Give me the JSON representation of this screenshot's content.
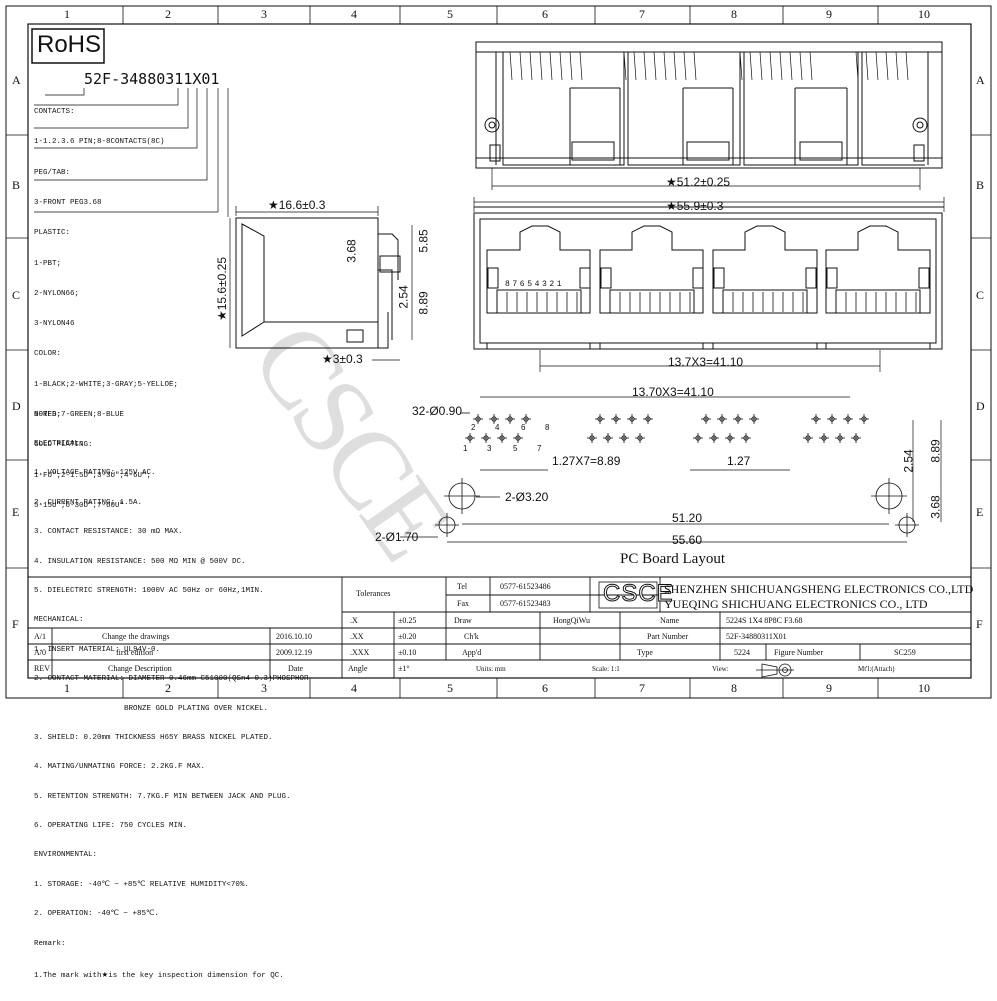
{
  "frame": {
    "col_numbers": [
      "1",
      "2",
      "3",
      "4",
      "5",
      "6",
      "7",
      "8",
      "9",
      "10"
    ],
    "row_letters": [
      "A",
      "B",
      "C",
      "D",
      "E",
      "F"
    ]
  },
  "rohs": "RoHS",
  "part_code": "52F-34880311X01",
  "code_legend": [
    "CONTACTS:",
    "1-1.2.3.6 PIN;8-8CONTACTS(8C)",
    "PEG/TAB:",
    "3-FRONT PEG3.68",
    "PLASTIC:",
    "1-PBT;",
    "2-NYLON66;",
    "3-NYLON46",
    "COLOR:",
    "1-BLACK;2-WHITE;3-GRAY;5-YELLOE;",
    "6-RED;7-GREEN;8-BLUE",
    "GOLD PLATING:",
    "1-FU\";2-1.5U\";3-3U\";4-6U\";",
    "5-15U\";6-30U\";7-60U\""
  ],
  "side_dims": {
    "width": "★16.6±0.3",
    "height": "★15.6±0.25",
    "d368": "3.68",
    "d585": "5.85",
    "d254": "2.54",
    "d889": "8.89",
    "peg": "★3±0.3"
  },
  "top_dims": {
    "width": "★51.2±0.25"
  },
  "front_dims": {
    "width": "★55.9±0.3",
    "pitch": "13.7X3=41.10",
    "pins": "87654321"
  },
  "pcb": {
    "title": "PC Board Layout",
    "pitch_top": "13.70X3=41.10",
    "holes_small": "32-Ø0.90",
    "holes_big": "2-Ø3.20",
    "holes_peg": "2-Ø1.70",
    "pin_pitch": "1.27X7=8.89",
    "d127": "1.27",
    "d254": "2.54",
    "d889": "8.89",
    "d368": "3.68",
    "d5120": "51.20",
    "d5560": "55.60",
    "pin_labels": [
      "2",
      "4",
      "6",
      "8",
      "1",
      "3",
      "5",
      "7"
    ]
  },
  "notes": [
    "NOTES:",
    "ELECTRICAL:",
    "1. VOLTAGE RATING: 125V AC.",
    "2. CURRENT RATING: 1.5A.",
    "3. CONTACT RESISTANCE: 30 mΩ MAX.",
    "4. INSULATION RESISTANCE: 500 MΩ MIN @ 500V DC.",
    "5. DIELECTRIC STRENGTH: 1000V AC 50Hz or 60Hz,1MIN.",
    "MECHANICAL:",
    "1. INSERT MATERIAL: UL94V-0.",
    "2. CONTACT MATERIAL: DIAMETER 0.46mm C51000(QSn4-0.3)PHOSPHOR",
    "                    BRONZE GOLD PLATING OVER NICKEL.",
    "3. SHIELD: 0.20mm THICKNESS H65Y BRASS NICKEL PLATED.",
    "4. MATING/UNMATING FORCE: 2.2KG.F MAX.",
    "5. RETENTION STRENGTH: 7.7KG.F MIN BETWEEN JACK AND PLUG.",
    "6. OPERATING LIFE: 750 CYCLES MIN.",
    "ENVIRONMENTAL:",
    "1. STORAGE: -40℃ ~ +85℃ RELATIVE HUMIDITY<70%.",
    "2. OPERATION: -40℃ ~ +85℃.",
    "Remark:",
    "1.The mark with★is the key inspection dimension for QC."
  ],
  "revisions": [
    {
      "rev": "A/1",
      "desc": "Change the drawings",
      "date": "2016.10.10"
    },
    {
      "rev": "A/0",
      "desc": "first edition",
      "date": "2009.12.19"
    }
  ],
  "rev_header": {
    "rev": "REV",
    "desc": "Change Description",
    "date": "Date"
  },
  "tolerances": {
    "label": "Tolerances",
    "rows": [
      [
        ".X",
        "±0.25"
      ],
      [
        ".XX",
        "±0.20"
      ],
      [
        ".XXX",
        "±0.10"
      ]
    ],
    "angle": [
      "Angle",
      "±1°"
    ]
  },
  "contact": {
    "tel_label": "Tel",
    "tel": "0577-61523486",
    "fax_label": "Fax",
    "fax": "0577-61523483"
  },
  "logo": "CSCE",
  "company": [
    "SHENZHEN SHICHUANGSHENG ELECTRONICS CO.,LTD",
    "YUEQING SHICHUANG ELECTRONICS CO., LTD"
  ],
  "title_block": {
    "draw_label": "Draw",
    "drawer": "HongQiWu",
    "chk_label": "Ch'k",
    "appd_label": "App'd",
    "name_label": "Name",
    "name": "5224S 1X4 8P8C F3.68",
    "part_label": "Part Number",
    "part": "52F-34880311X01",
    "type_label": "Type",
    "type": "5224",
    "fig_label": "Figure Number",
    "fig": "SC259",
    "units": "Units: mm",
    "scale": "Scale: 1:1",
    "view": "View:",
    "mtl": "Mt'l:(Attach)"
  },
  "watermark": "CSCE"
}
